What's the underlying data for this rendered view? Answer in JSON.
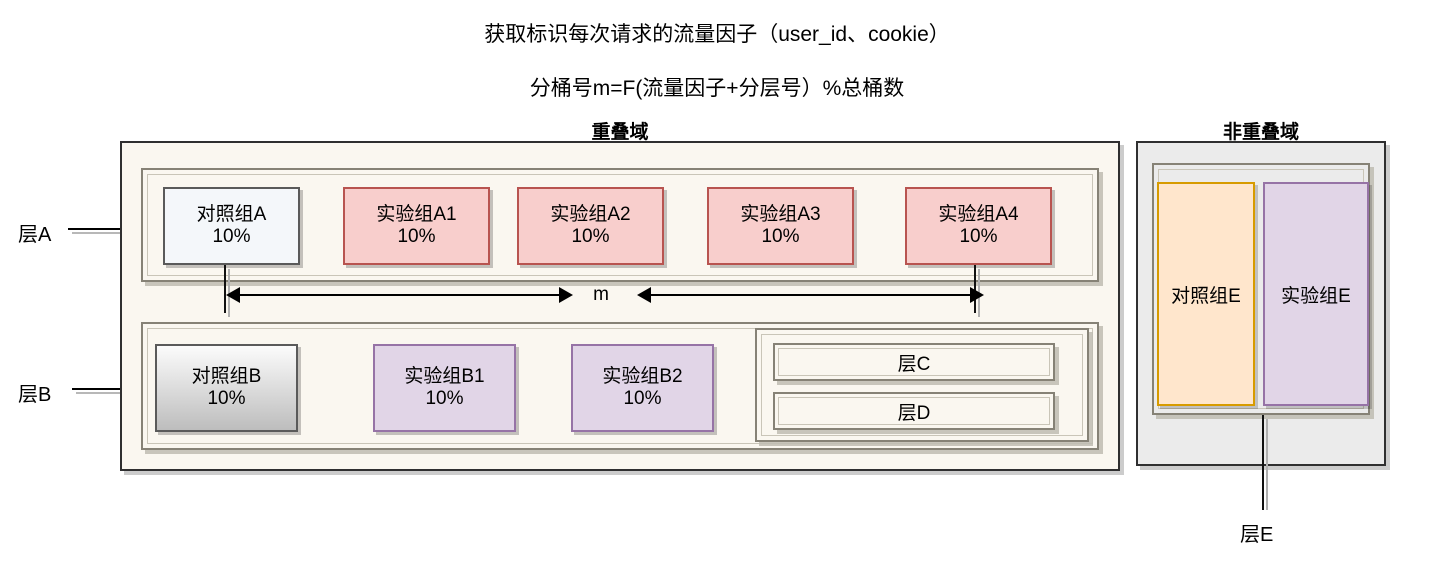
{
  "headings": {
    "line1": "获取标识每次请求的流量因子（user_id、cookie）",
    "line2": "分桶号m=F(流量因子+分层号）%总桶数"
  },
  "sections": {
    "overlap_title": "重叠域",
    "nonoverlap_title": "非重叠域"
  },
  "side_labels": {
    "layer_a": "层A",
    "layer_b": "层B",
    "layer_e": "层E"
  },
  "measure": {
    "label": "m"
  },
  "layer_a": {
    "units": [
      {
        "name": "对照组A",
        "pct": "10%",
        "kind": "control"
      },
      {
        "name": "实验组A1",
        "pct": "10%",
        "kind": "experiment"
      },
      {
        "name": "实验组A2",
        "pct": "10%",
        "kind": "experiment"
      },
      {
        "name": "实验组A3",
        "pct": "10%",
        "kind": "experiment"
      },
      {
        "name": "实验组A4",
        "pct": "10%",
        "kind": "experiment"
      }
    ]
  },
  "layer_b": {
    "units": [
      {
        "name": "对照组B",
        "pct": "10%",
        "kind": "control"
      },
      {
        "name": "实验组B1",
        "pct": "10%",
        "kind": "experiment"
      },
      {
        "name": "实验组B2",
        "pct": "10%",
        "kind": "experiment"
      }
    ],
    "sublayers": [
      {
        "name": "层C"
      },
      {
        "name": "层D"
      }
    ]
  },
  "layer_e": {
    "units": [
      {
        "name": "对照组E",
        "kind": "control"
      },
      {
        "name": "实验组E",
        "kind": "experiment"
      }
    ]
  },
  "colors": {
    "control_a_fill": "#f4f7fa",
    "control_a_border": "#5a5a5a",
    "experiment_a_fill": "#f8cecc",
    "experiment_a_border": "#b85450",
    "control_b_fill": "#bdbdbd",
    "experiment_b_fill": "#e1d5e7",
    "experiment_b_border": "#9673a6",
    "control_e_fill": "#ffe6cc",
    "control_e_border": "#d79b00",
    "overlap_bg": "#faf7f0",
    "nonoverlap_bg": "#ebebeb",
    "frame_border": "#2f2f30",
    "band_border": "#868276"
  }
}
